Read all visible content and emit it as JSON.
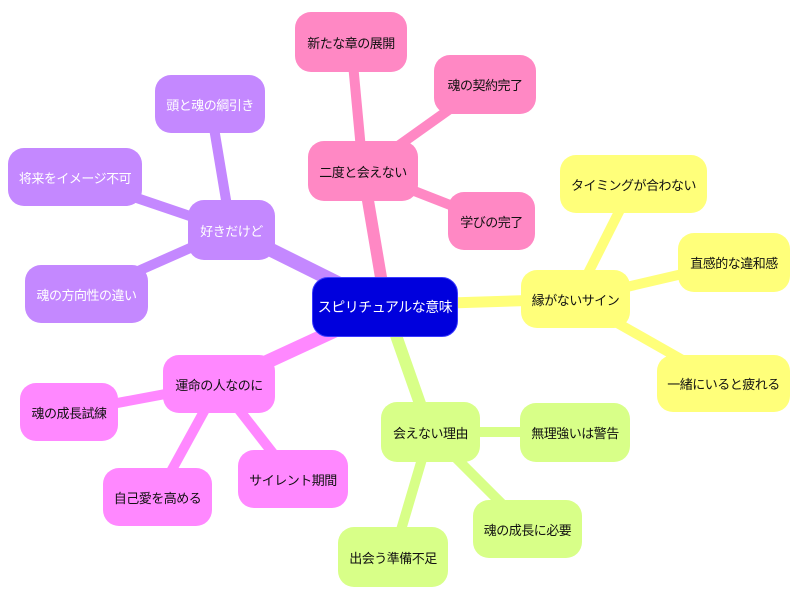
{
  "colors": {
    "center": "#0000dd",
    "pink": "#ff88c4",
    "purple": "#c488ff",
    "yellow": "#ffff7a",
    "lime": "#d8ff88",
    "magenta": "#ff88ff",
    "background": "#ffffff"
  },
  "center": {
    "label": "スピリチュアルな意味"
  },
  "branches": [
    {
      "label": "二度と会えない",
      "color": "pink",
      "children": [
        {
          "label": "新たな章の展開"
        },
        {
          "label": "魂の契約完了"
        },
        {
          "label": "学びの完了"
        }
      ]
    },
    {
      "label": "好きだけど",
      "color": "purple",
      "children": [
        {
          "label": "頭と魂の綱引き"
        },
        {
          "label": "将来をイメージ不可"
        },
        {
          "label": "魂の方向性の違い"
        }
      ]
    },
    {
      "label": "縁がないサイン",
      "color": "yellow",
      "children": [
        {
          "label": "タイミングが合わない"
        },
        {
          "label": "直感的な違和感"
        },
        {
          "label": "一緒にいると疲れる"
        }
      ]
    },
    {
      "label": "会えない理由",
      "color": "lime",
      "children": [
        {
          "label": "無理強いは警告"
        },
        {
          "label": "魂の成長に必要"
        },
        {
          "label": "出会う準備不足"
        }
      ]
    },
    {
      "label": "運命の人なのに",
      "color": "magenta",
      "children": [
        {
          "label": "魂の成長試練"
        },
        {
          "label": "自己愛を高める"
        },
        {
          "label": "サイレント期間"
        }
      ]
    }
  ]
}
